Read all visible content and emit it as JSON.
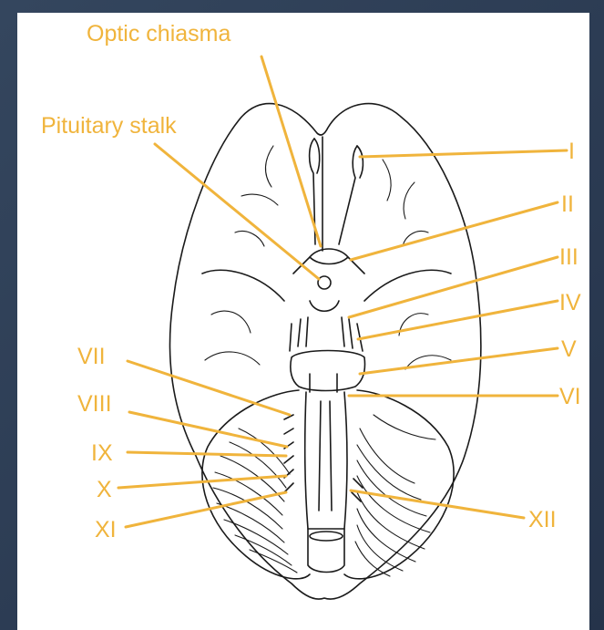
{
  "labels": {
    "optic_chiasma": "Optic chiasma",
    "pituitary_stalk": "Pituitary stalk",
    "cn_I": "I",
    "cn_II": "II",
    "cn_III": "III",
    "cn_IV": "IV",
    "cn_V": "V",
    "cn_VI": "VI",
    "cn_VII": "VII",
    "cn_VIII": "VIII",
    "cn_IX": "IX",
    "cn_X": "X",
    "cn_XI": "XI",
    "cn_XII": "XII"
  },
  "colors": {
    "label": "#f0b43c",
    "ink": "#1a1a1a",
    "background": "#2b3a4f",
    "panel": "#ffffff"
  }
}
